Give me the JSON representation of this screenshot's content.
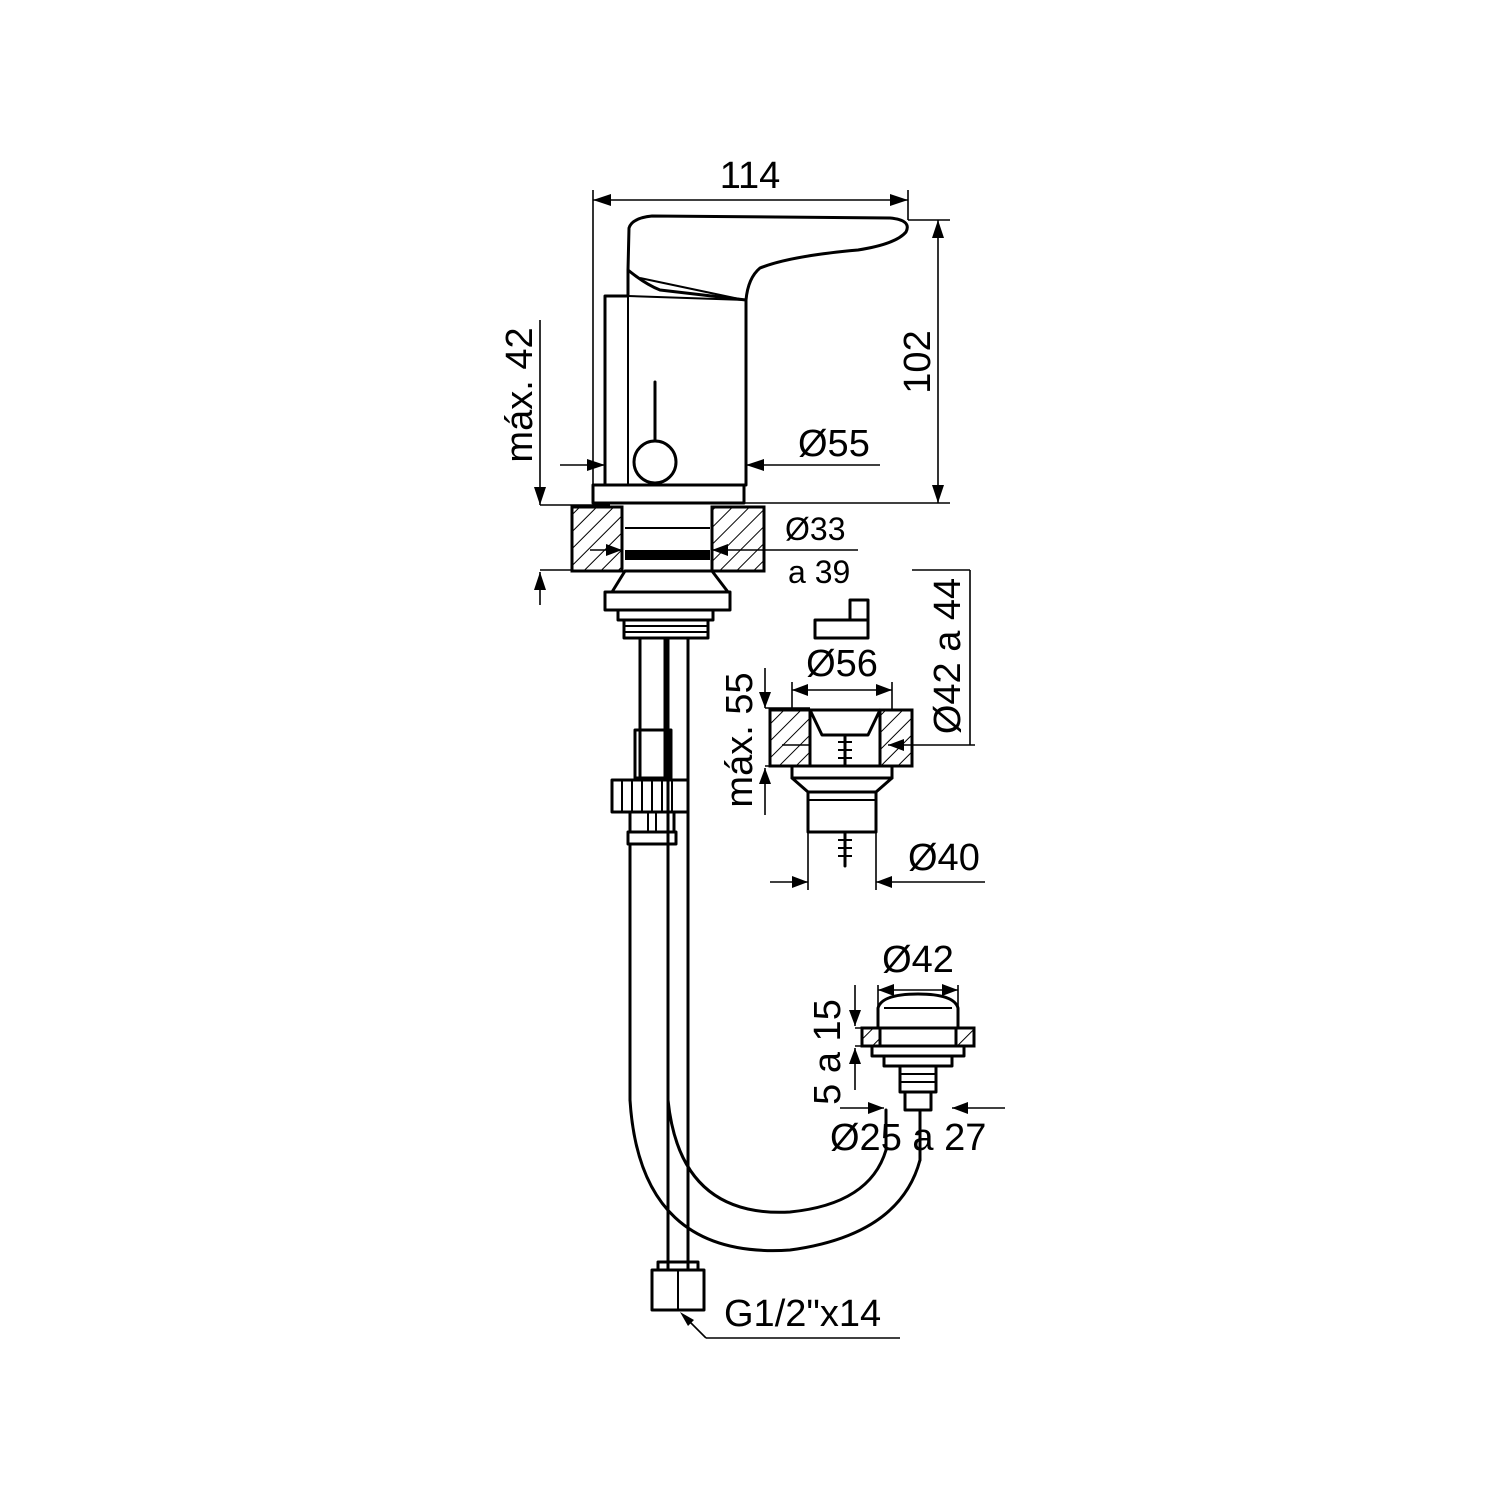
{
  "labels": {
    "width_114": "114",
    "height_102": "102",
    "max_42": "máx. 42",
    "dia_55": "Ø55",
    "dia_33": "Ø33",
    "a_39": "a 39",
    "dia_56": "Ø56",
    "dia_42_a_44": "Ø42 a 44",
    "max_55": "máx. 55",
    "dia_40": "Ø40",
    "dia_42": "Ø42",
    "range_5_a_15": "5 a 15",
    "dia_25_a_27": "Ø25 a 27",
    "thread": "G1/2\"x14"
  }
}
